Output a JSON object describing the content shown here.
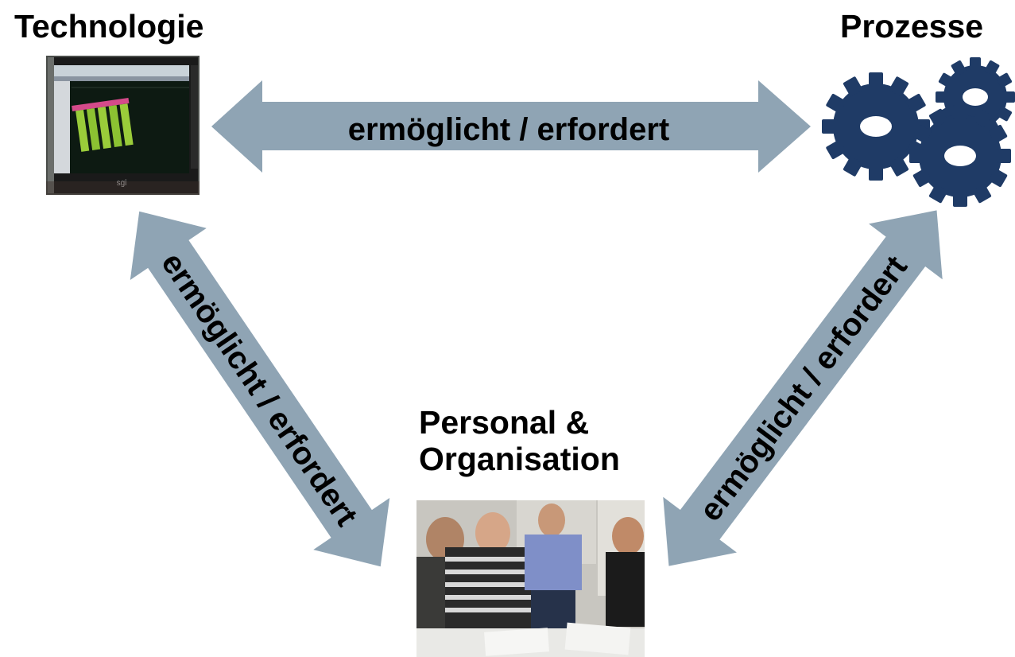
{
  "nodes": {
    "technology": {
      "title": "Technologie",
      "image_icon": "computer-monitor-photo",
      "monitor_brand": "sgi"
    },
    "processes": {
      "title": "Prozesse",
      "image_icon": "gears-icon"
    },
    "people": {
      "title_line1": "Personal &",
      "title_line2": "Organisation",
      "image_icon": "team-meeting-photo"
    }
  },
  "arrows": {
    "top": {
      "label": "ermöglicht / erfordert"
    },
    "left": {
      "label": "ermöglicht / erfordert"
    },
    "right": {
      "label": "ermöglicht / erfordert"
    }
  },
  "colors": {
    "arrow": "#8fa4b4",
    "gear": "#1f3b66",
    "text": "#000000"
  }
}
